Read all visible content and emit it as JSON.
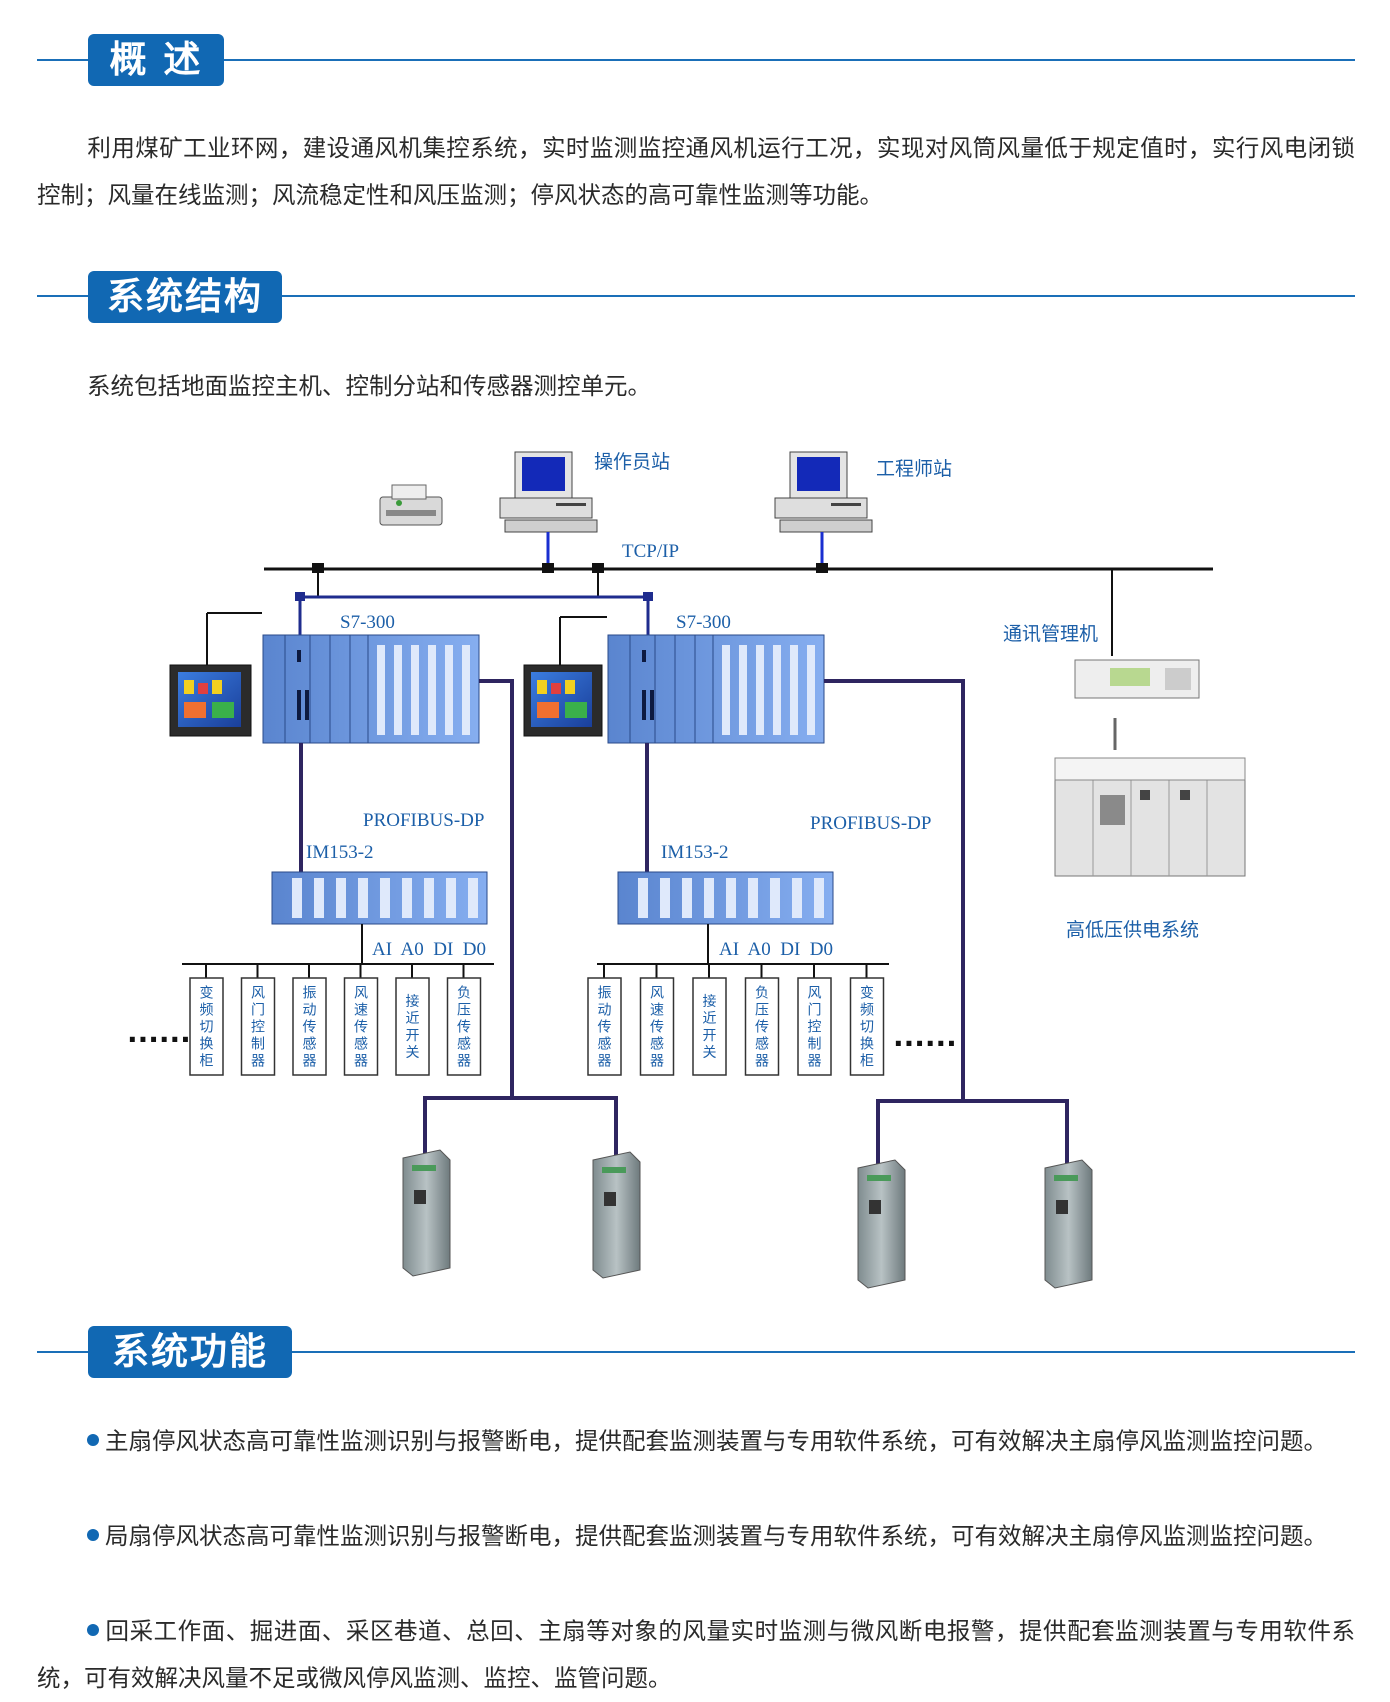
{
  "sections": {
    "overview": {
      "title": "概 述",
      "body": "利用煤矿工业环网，建设通风机集控系统，实时监测监控通风机运行工况，实现对风筒风量低于规定值时，实行风电闭锁控制；风量在线监测；风流稳定性和风压监测；停风状态的高可靠性监测等功能。"
    },
    "structure": {
      "title": "系统结构",
      "body": "系统包括地面监控主机、控制分站和传感器测控单元。"
    },
    "functions": {
      "title": "系统功能",
      "items": [
        "主扇停风状态高可靠性监测识别与报警断电，提供配套监测装置与专用软件系统，可有效解决主扇停风监测监控问题。",
        "局扇停风状态高可靠性监测识别与报警断电，提供配套监测装置与专用软件系统，可有效解决主扇停风监测监控问题。",
        "回采工作面、掘进面、采区巷道、总回、主扇等对象的风量实时监测与微风断电报警，提供配套监测装置与专用软件系统，可有效解决风量不足或微风停风监测、监控、监管问题。"
      ]
    }
  },
  "diagram": {
    "operator_station": "操作员站",
    "engineer_station": "工程师站",
    "tcpip": "TCP/IP",
    "plc_left": "S7-300",
    "plc_right": "S7-300",
    "comm_manager": "通讯管理机",
    "power_system": "高低压供电系统",
    "profibus_left": "PROFIBUS-DP",
    "profibus_right": "PROFIBUS-DP",
    "im_left": "IM153-2",
    "im_right": "IM153-2",
    "io_left": "AI  A0  DI  D0",
    "io_right": "AI  A0  DI  D0",
    "ellipsis": "......",
    "devices_left": [
      "变频切换柜",
      "风门控制器",
      "振动传感器",
      "风速传感器",
      "接近开关",
      "负压传感器"
    ],
    "devices_right": [
      "振动传感器",
      "风速传感器",
      "接近开关",
      "负压传感器",
      "风门控制器",
      "变频切换柜"
    ]
  },
  "colors": {
    "accent": "#1168b3",
    "rule": "#1a6fb8",
    "bus": "#2e2560",
    "plc": "#6a93d6"
  }
}
